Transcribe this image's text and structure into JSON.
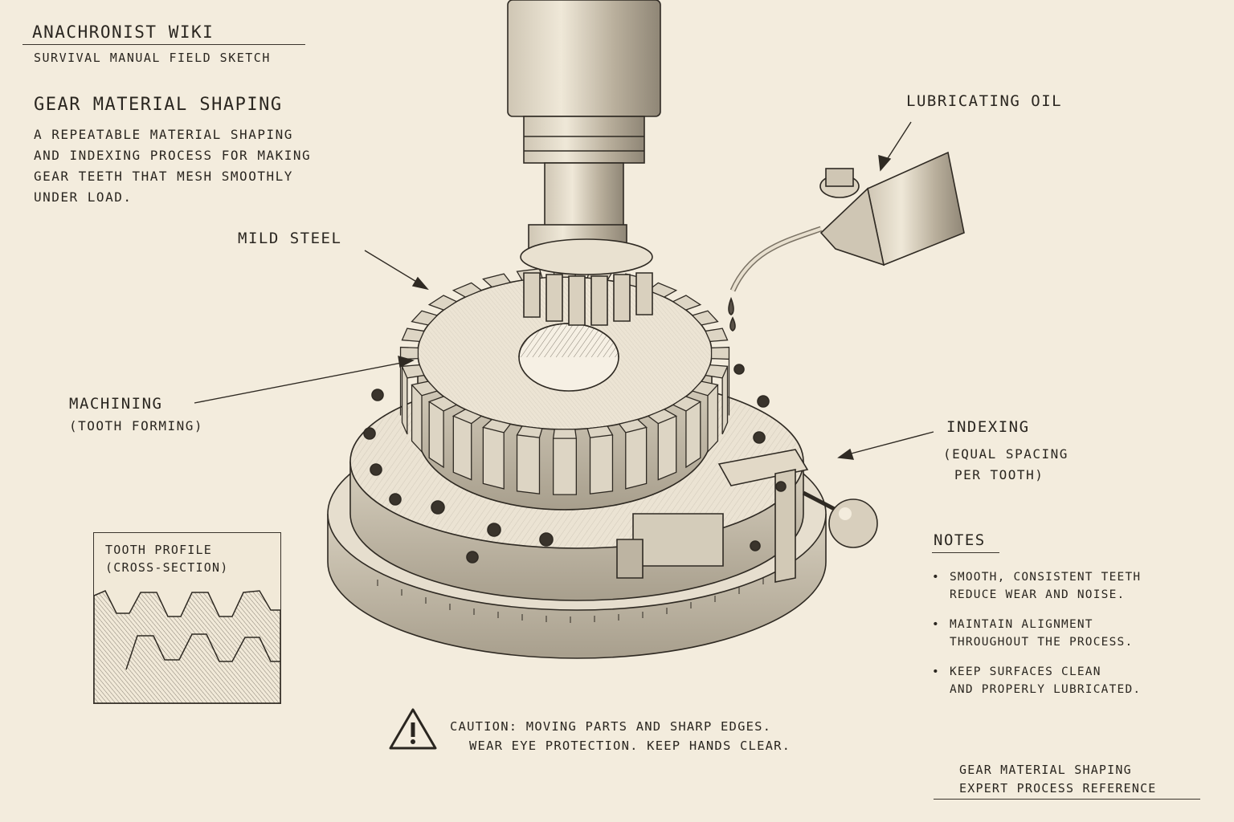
{
  "header": {
    "site": "Anachronist Wiki",
    "subtitle": "Survival Manual Field Sketch",
    "title": "Gear Material Shaping",
    "description": [
      "A repeatable material shaping",
      "and indexing process for making",
      "gear teeth that mesh smoothly",
      "under load."
    ]
  },
  "labels": {
    "mild_steel": "Mild Steel",
    "lubricating_oil": "Lubricating Oil",
    "machining": "Machining",
    "machining_sub": "(Tooth Forming)",
    "indexing": "Indexing",
    "indexing_sub": [
      "(Equal spacing",
      "per tooth)"
    ]
  },
  "inset": {
    "caption": [
      "Tooth Profile",
      "(Cross-Section)"
    ]
  },
  "notes": {
    "heading": "Notes",
    "bullet": "•",
    "items": [
      [
        "Smooth, consistent teeth",
        "reduce wear and noise."
      ],
      [
        "Maintain alignment",
        "throughout the process."
      ],
      [
        "Keep surfaces clean",
        "and properly lubricated."
      ]
    ]
  },
  "caution": {
    "icon": "warning-triangle-icon",
    "lines": [
      "Caution: Moving parts and sharp edges.",
      "Wear eye protection.  Keep hands clear."
    ]
  },
  "footer": {
    "lines": [
      "Gear Material Shaping",
      "Expert Process Reference"
    ]
  },
  "colors": {
    "paper": "#f3ecdd",
    "ink": "#2a2620"
  }
}
